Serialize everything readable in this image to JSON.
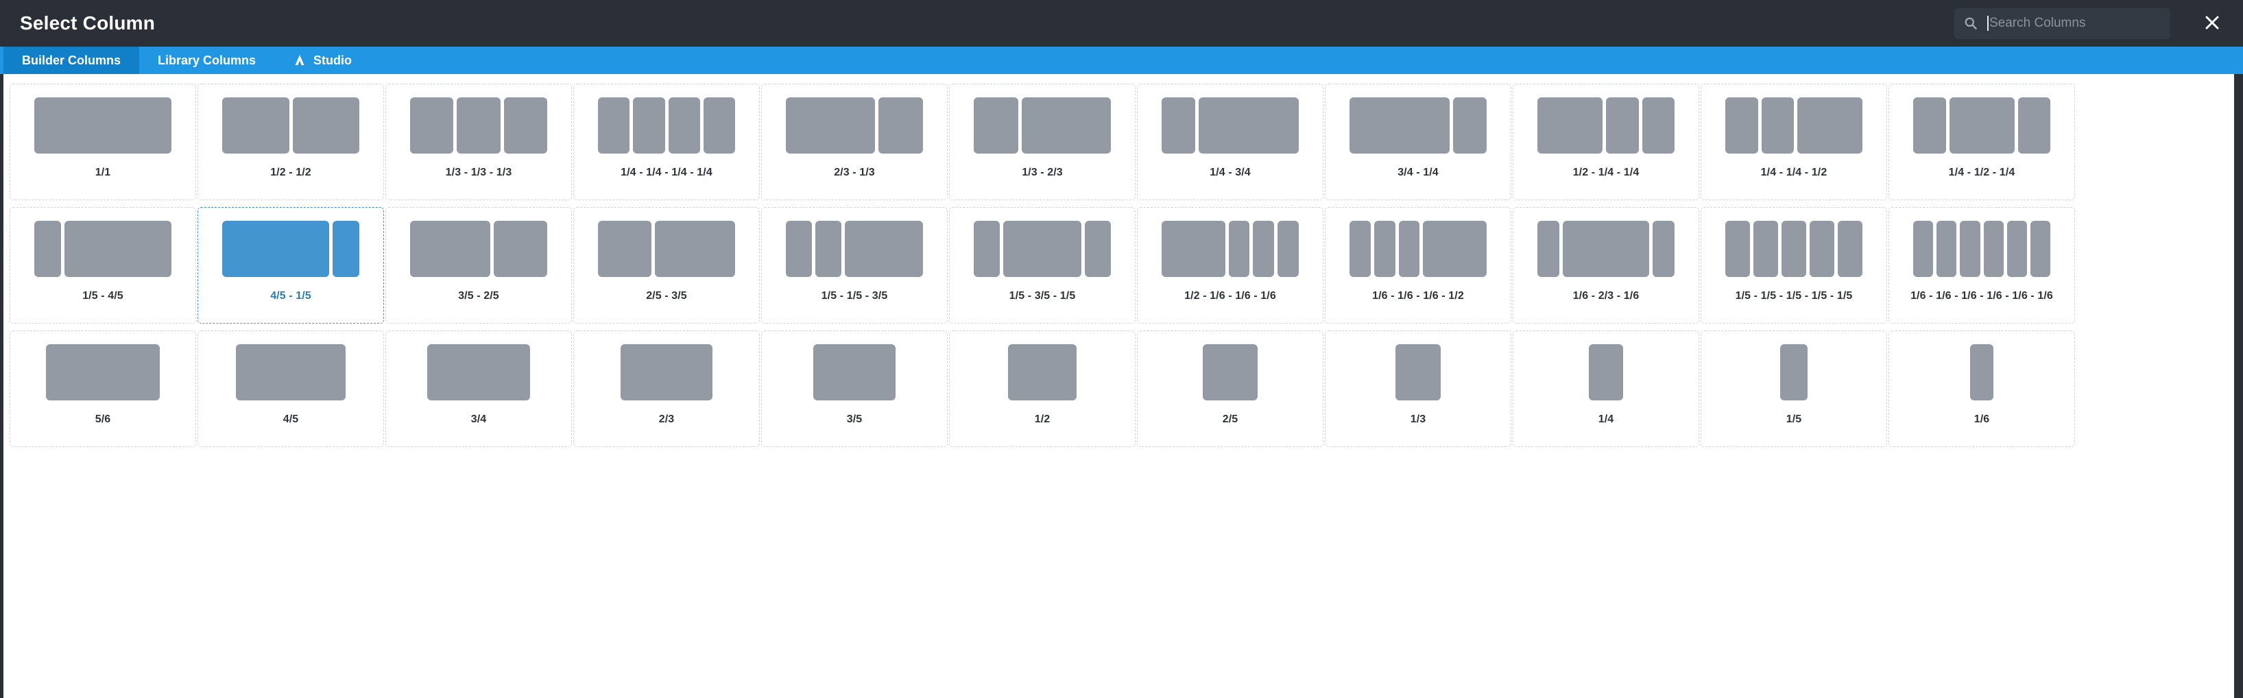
{
  "header": {
    "title": "Select Column",
    "search": {
      "placeholder": "Search Columns",
      "value": "",
      "icon": "search-icon"
    },
    "close_icon": "close-icon"
  },
  "tabs": [
    {
      "label": "Builder Columns",
      "active": true,
      "icon": null
    },
    {
      "label": "Library Columns",
      "active": false,
      "icon": null
    },
    {
      "label": "Studio",
      "active": false,
      "icon": "studio-icon"
    }
  ],
  "colors": {
    "header_bg": "#2b3038",
    "tabbar_bg": "#2196e3",
    "tab_active_bg": "#1280c9",
    "block": "#939aa4",
    "block_selected": "#4295ce",
    "card_border": "#d2d5d9",
    "card_border_selected": "#3d93cf",
    "label": "#2e3338",
    "label_selected": "#2a7cb5"
  },
  "columns": [
    {
      "label": "1/1",
      "widths": [
        1
      ],
      "selected": false,
      "full": true
    },
    {
      "label": "1/2 - 1/2",
      "widths": [
        1,
        1
      ],
      "selected": false,
      "full": true
    },
    {
      "label": "1/3 - 1/3 - 1/3",
      "widths": [
        1,
        1,
        1
      ],
      "selected": false,
      "full": true
    },
    {
      "label": "1/4 - 1/4 - 1/4 - 1/4",
      "widths": [
        1,
        1,
        1,
        1
      ],
      "selected": false,
      "full": true
    },
    {
      "label": "2/3 - 1/3",
      "widths": [
        2,
        1
      ],
      "selected": false,
      "full": true
    },
    {
      "label": "1/3 - 2/3",
      "widths": [
        1,
        2
      ],
      "selected": false,
      "full": true
    },
    {
      "label": "1/4 - 3/4",
      "widths": [
        1,
        3
      ],
      "selected": false,
      "full": true
    },
    {
      "label": "3/4 - 1/4",
      "widths": [
        3,
        1
      ],
      "selected": false,
      "full": true
    },
    {
      "label": "1/2 - 1/4 - 1/4",
      "widths": [
        2,
        1,
        1
      ],
      "selected": false,
      "full": true
    },
    {
      "label": "1/4 - 1/4 - 1/2",
      "widths": [
        1,
        1,
        2
      ],
      "selected": false,
      "full": true
    },
    {
      "label": "1/4 - 1/2 - 1/4",
      "widths": [
        1,
        2,
        1
      ],
      "selected": false,
      "full": true
    },
    {
      "label": "1/5 - 4/5",
      "widths": [
        1,
        4
      ],
      "selected": false,
      "full": true
    },
    {
      "label": "4/5 - 1/5",
      "widths": [
        4,
        1
      ],
      "selected": true,
      "full": true
    },
    {
      "label": "3/5 - 2/5",
      "widths": [
        3,
        2
      ],
      "selected": false,
      "full": true
    },
    {
      "label": "2/5 - 3/5",
      "widths": [
        2,
        3
      ],
      "selected": false,
      "full": true
    },
    {
      "label": "1/5 - 1/5 - 3/5",
      "widths": [
        1,
        1,
        3
      ],
      "selected": false,
      "full": true
    },
    {
      "label": "1/5 - 3/5 - 1/5",
      "widths": [
        1,
        3,
        1
      ],
      "selected": false,
      "full": true
    },
    {
      "label": "1/2 - 1/6 - 1/6 - 1/6",
      "widths": [
        3,
        1,
        1,
        1
      ],
      "selected": false,
      "full": true
    },
    {
      "label": "1/6 - 1/6 - 1/6 - 1/2",
      "widths": [
        1,
        1,
        1,
        3
      ],
      "selected": false,
      "full": true
    },
    {
      "label": "1/6 - 2/3 - 1/6",
      "widths": [
        1,
        4,
        1
      ],
      "selected": false,
      "full": true
    },
    {
      "label": "1/5 - 1/5 - 1/5 - 1/5 - 1/5",
      "widths": [
        1,
        1,
        1,
        1,
        1
      ],
      "selected": false,
      "full": true
    },
    {
      "label": "1/6 - 1/6 - 1/6 - 1/6 - 1/6 - 1/6",
      "widths": [
        1,
        1,
        1,
        1,
        1,
        1
      ],
      "selected": false,
      "full": true
    },
    {
      "label": "5/6",
      "widths": [
        5
      ],
      "selected": false,
      "full": false,
      "fraction": 0.833
    },
    {
      "label": "4/5",
      "widths": [
        4
      ],
      "selected": false,
      "full": false,
      "fraction": 0.8
    },
    {
      "label": "3/4",
      "widths": [
        3
      ],
      "selected": false,
      "full": false,
      "fraction": 0.75
    },
    {
      "label": "2/3",
      "widths": [
        2
      ],
      "selected": false,
      "full": false,
      "fraction": 0.667
    },
    {
      "label": "3/5",
      "widths": [
        3
      ],
      "selected": false,
      "full": false,
      "fraction": 0.6
    },
    {
      "label": "1/2",
      "widths": [
        1
      ],
      "selected": false,
      "full": false,
      "fraction": 0.5
    },
    {
      "label": "2/5",
      "widths": [
        2
      ],
      "selected": false,
      "full": false,
      "fraction": 0.4
    },
    {
      "label": "1/3",
      "widths": [
        1
      ],
      "selected": false,
      "full": false,
      "fraction": 0.333
    },
    {
      "label": "1/4",
      "widths": [
        1
      ],
      "selected": false,
      "full": false,
      "fraction": 0.25
    },
    {
      "label": "1/5",
      "widths": [
        1
      ],
      "selected": false,
      "full": false,
      "fraction": 0.2
    },
    {
      "label": "1/6",
      "widths": [
        1
      ],
      "selected": false,
      "full": false,
      "fraction": 0.167
    }
  ]
}
